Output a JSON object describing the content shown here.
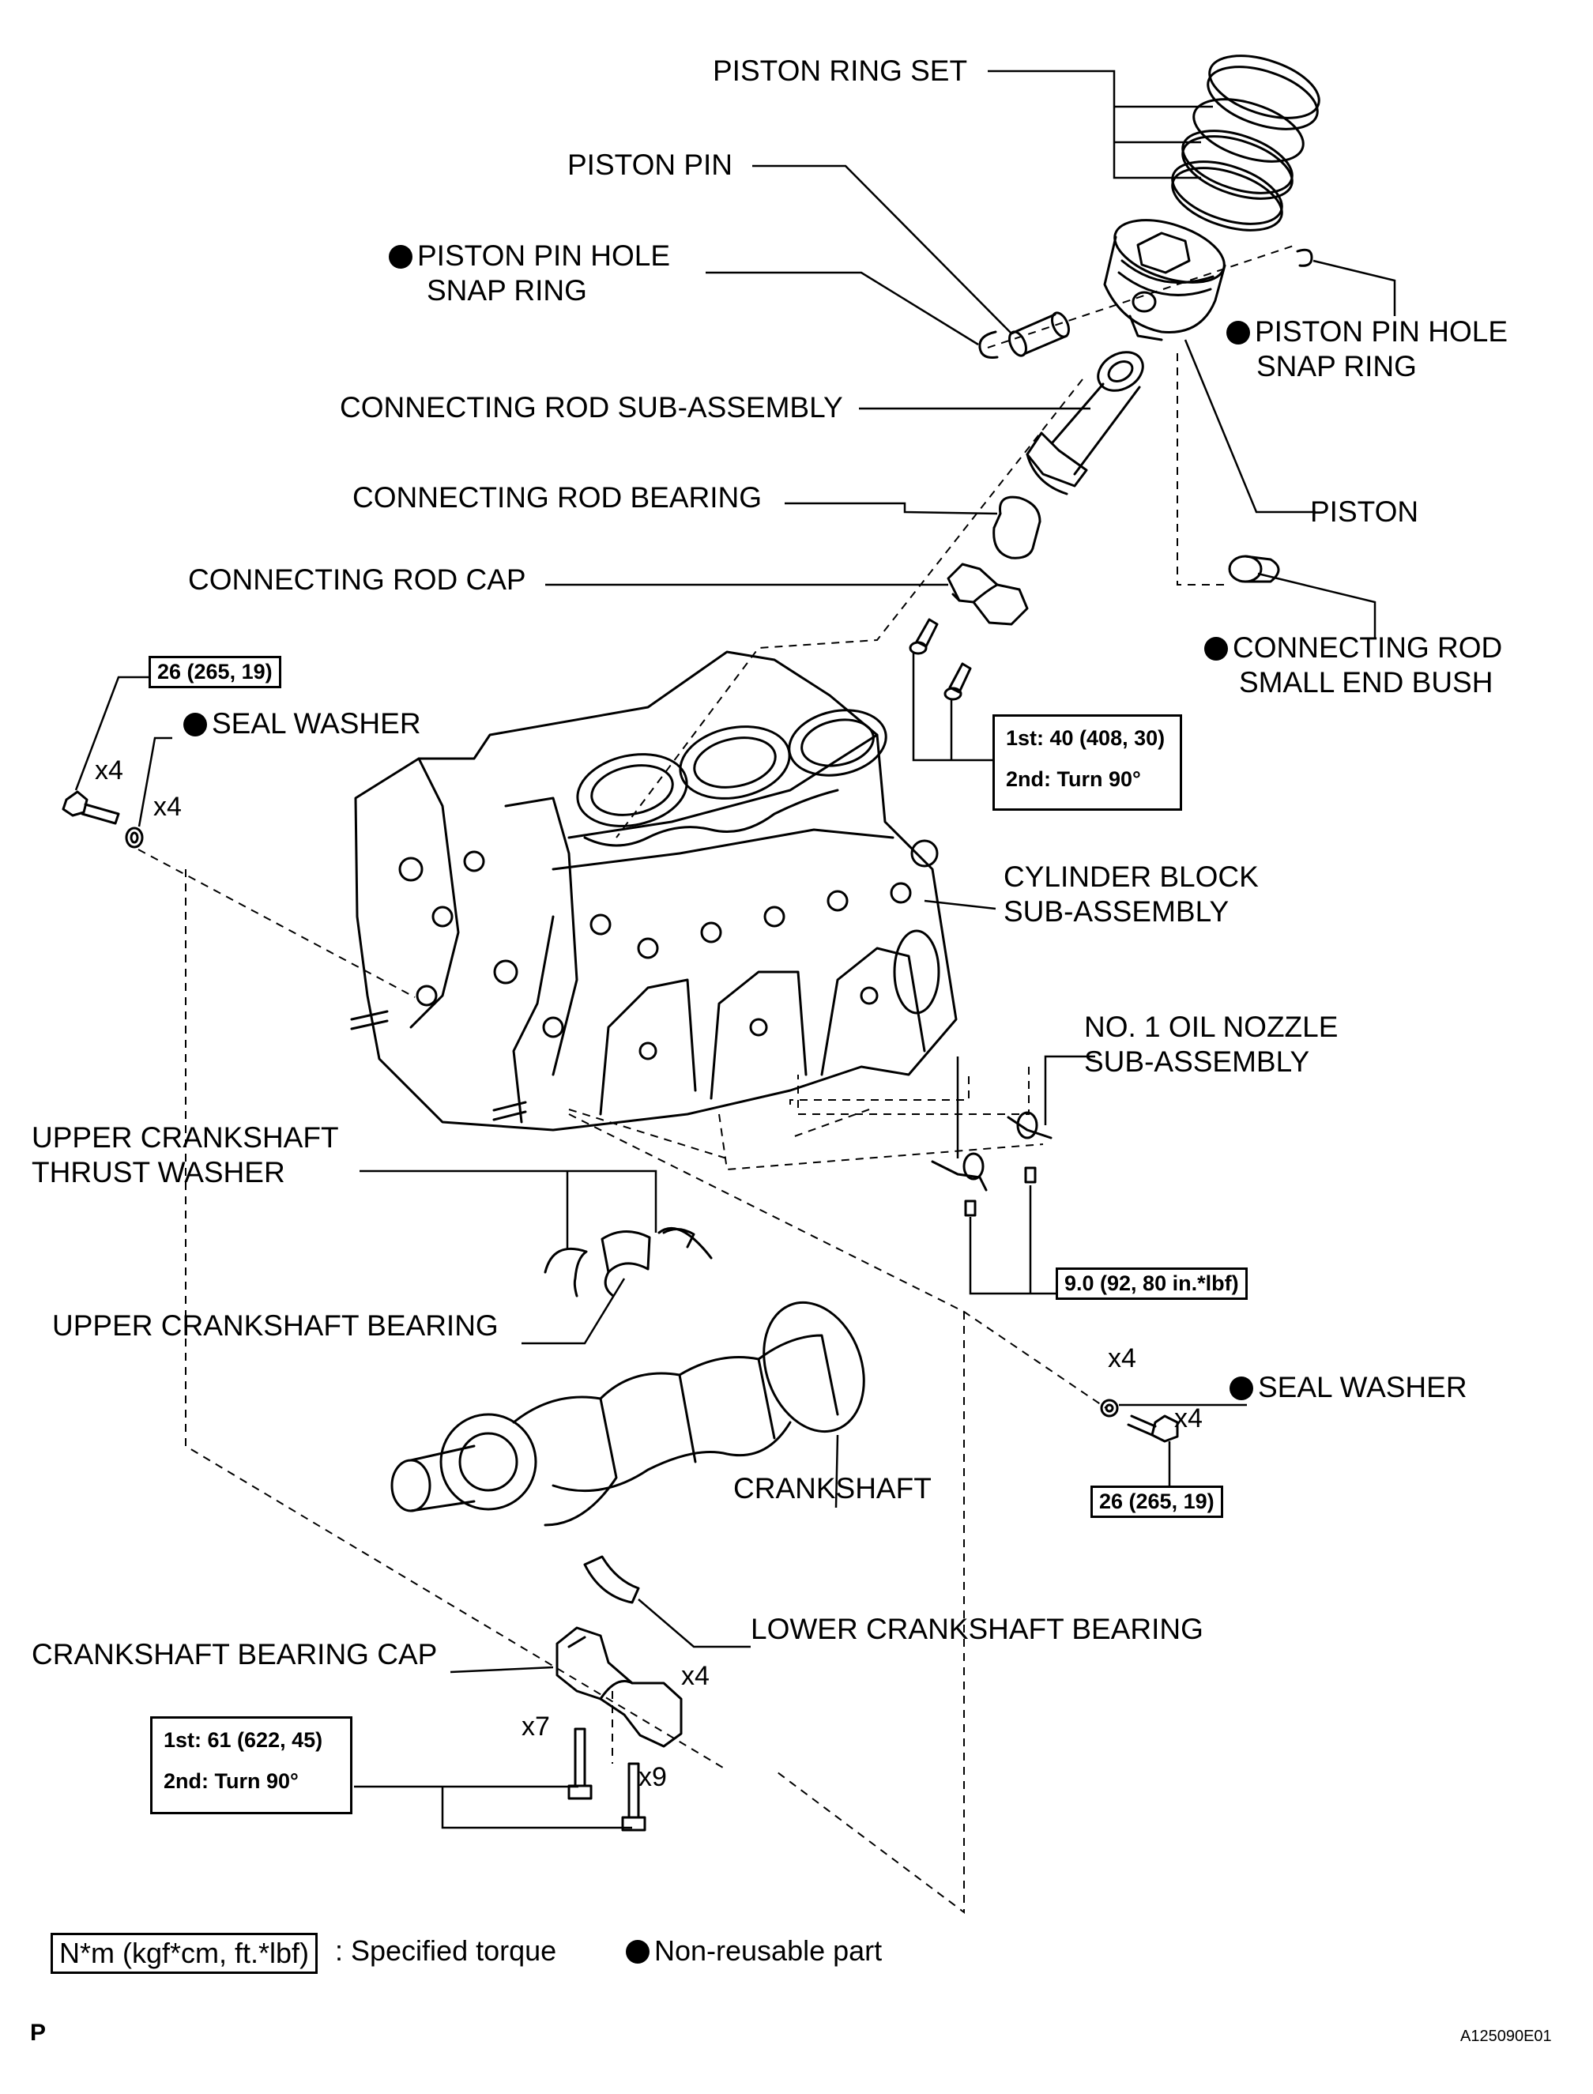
{
  "labels": {
    "piston_ring_set": "PISTON RING SET",
    "piston_pin": "PISTON PIN",
    "snap_ring_left_1": "PISTON PIN HOLE",
    "snap_ring_left_2": "SNAP RING",
    "snap_ring_right_1": "PISTON PIN HOLE",
    "snap_ring_right_2": "SNAP RING",
    "conn_rod_sub": "CONNECTING ROD SUB-ASSEMBLY",
    "conn_rod_bearing": "CONNECTING ROD BEARING",
    "piston": "PISTON",
    "conn_rod_cap": "CONNECTING ROD CAP",
    "small_end_bush_1": "CONNECTING ROD",
    "small_end_bush_2": "SMALL END BUSH",
    "seal_washer_top": "SEAL WASHER",
    "cyl_block_1": "CYLINDER BLOCK",
    "cyl_block_2": "SUB-ASSEMBLY",
    "oil_nozzle_1": "NO. 1 OIL NOZZLE",
    "oil_nozzle_2": "SUB-ASSEMBLY",
    "upper_thrust_1": "UPPER CRANKSHAFT",
    "upper_thrust_2": "THRUST WASHER",
    "upper_bearing": "UPPER CRANKSHAFT BEARING",
    "seal_washer_right": "SEAL WASHER",
    "crankshaft": "CRANKSHAFT",
    "lower_bearing": "LOWER CRANKSHAFT BEARING",
    "bearing_cap": "CRANKSHAFT BEARING CAP"
  },
  "torque": {
    "left_bolt": "26 (265, 19)",
    "right_bolt": "26 (265, 19)",
    "rod_1st": "1st: 40 (408, 30)",
    "rod_2nd": "2nd: Turn 90°",
    "nozzle": "9.0 (92, 80 in.*lbf)",
    "cap_1st": "1st: 61 (622, 45)",
    "cap_2nd": "2nd: Turn 90°"
  },
  "quantities": {
    "left_bolt": "x4",
    "left_washer": "x4",
    "right_washer": "x4",
    "right_bolt": "x4",
    "cap": "x4",
    "cap_bolt_a": "x7",
    "cap_bolt_b": "x9"
  },
  "legend": {
    "torque_box": "N*m (kgf*cm, ft.*lbf)",
    "torque_text": ": Specified torque",
    "nonreusable_text": "Non-reusable part"
  },
  "corner_left": "P",
  "figure_id": "A125090E01",
  "icons": {
    "nonreusable_marker": "filled-circle"
  }
}
